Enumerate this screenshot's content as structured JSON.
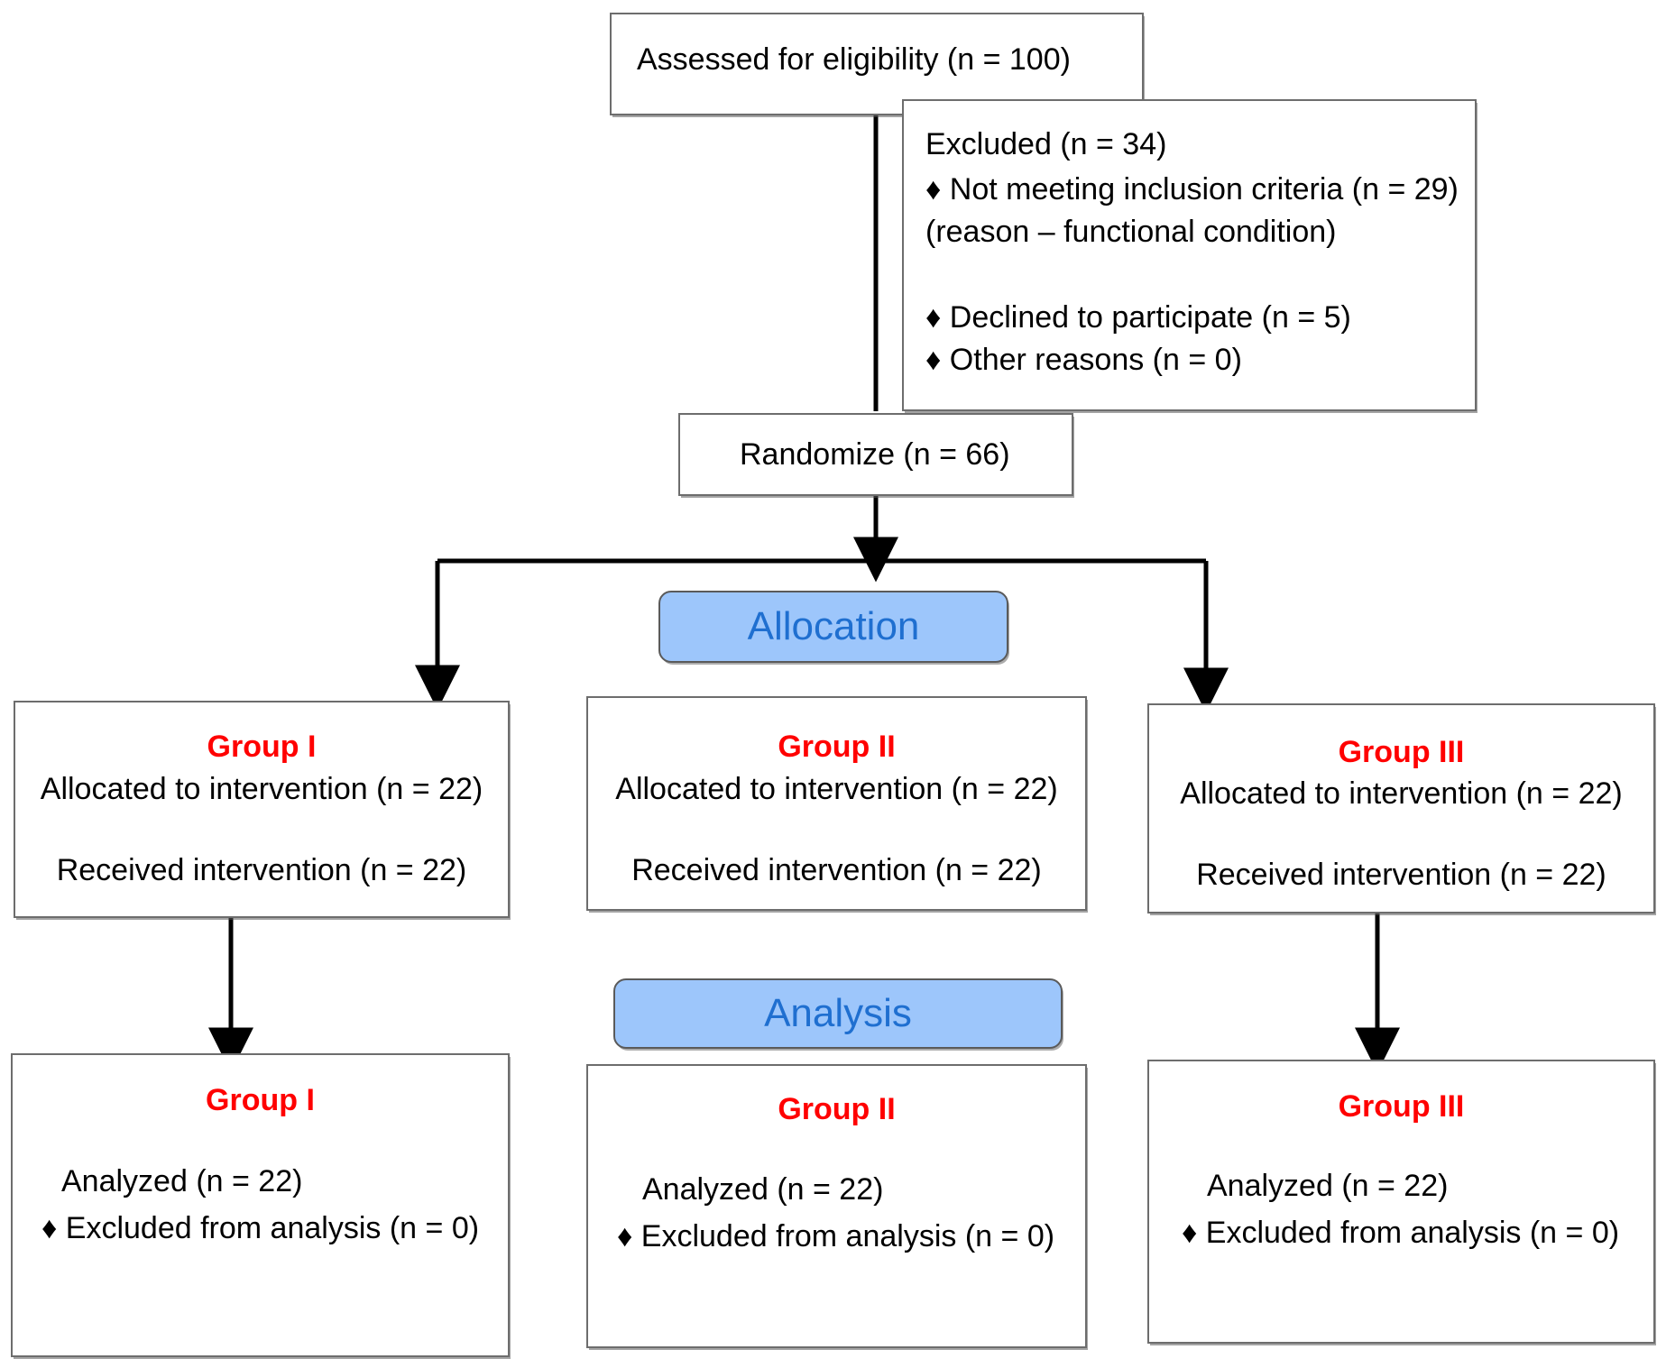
{
  "diagram": {
    "type": "consort-flow-diagram",
    "nodes": {
      "assessed": {
        "text": "Assessed for eligibility (n = 100)"
      },
      "excluded": {
        "heading": "Excluded  (n = 34)",
        "items": [
          "♦   Not meeting inclusion criteria (n = 29)",
          "(reason – functional condition)",
          "♦   Declined to participate (n = 5)",
          "♦   Other reasons (n = 0)"
        ]
      },
      "randomize": {
        "text": "Randomize (n = 66)"
      },
      "allocation_banner": {
        "label": "Allocation"
      },
      "analysis_banner": {
        "label": "Analysis"
      },
      "alloc_group1": {
        "title": "Group I",
        "line1": "Allocated to intervention (n = 22)",
        "line2": "Received intervention (n = 22)"
      },
      "alloc_group2": {
        "title": "Group II",
        "line1": "Allocated to intervention (n = 22)",
        "line2": "Received intervention (n = 22)"
      },
      "alloc_group3": {
        "title": "Group III",
        "line1": "Allocated to intervention (n = 22)",
        "line2": "Received intervention (n = 22)"
      },
      "analysis_group1": {
        "title": "Group I",
        "line1": "Analyzed (n = 22)",
        "line2": "♦ Excluded from analysis (n = 0)"
      },
      "analysis_group2": {
        "title": "Group II",
        "line1": "Analyzed (n = 22)",
        "line2": "♦ Excluded from analysis (n = 0)"
      },
      "analysis_group3": {
        "title": "Group III",
        "line1": "Analyzed (n = 22)",
        "line2": "♦ Excluded from analysis (n = 0)"
      }
    },
    "colors": {
      "banner_fill": "#9DC6FB",
      "banner_text": "#1F6FD0",
      "group_title": "#FF0000",
      "box_border": "#6d6d6d",
      "connector": "#000000",
      "body_text": "#000000"
    }
  }
}
